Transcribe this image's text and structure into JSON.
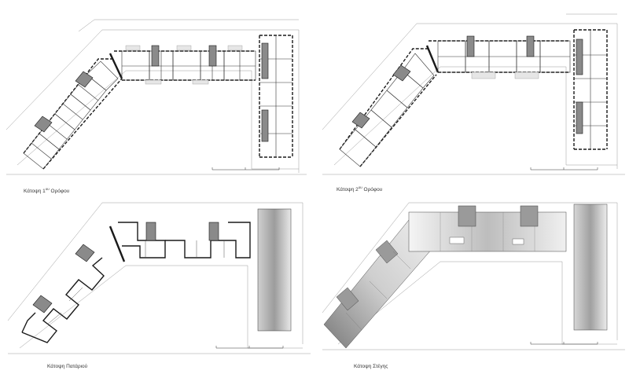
{
  "colors": {
    "wall": "#1a1a1a",
    "thin": "#555555",
    "grey_core": "#8a8a8a",
    "light_fill": "#e6e6e6",
    "roof_dark": "#9a9a9a",
    "roof_light": "#f2f2f2"
  },
  "plans": [
    {
      "id": "first-floor",
      "caption_main": "Κάτοψη 1",
      "caption_sup": "ου",
      "caption_rest": " Ορόφου"
    },
    {
      "id": "second-floor",
      "caption_main": "Κάτοψη 2",
      "caption_sup": "ου",
      "caption_rest": " Ορόφου"
    },
    {
      "id": "attic",
      "caption_main": "Κάτοψη Πατάριού",
      "caption_sup": "",
      "caption_rest": ""
    },
    {
      "id": "roof",
      "caption_main": "Κάτοψη Στέγης",
      "caption_sup": "",
      "caption_rest": ""
    }
  ]
}
